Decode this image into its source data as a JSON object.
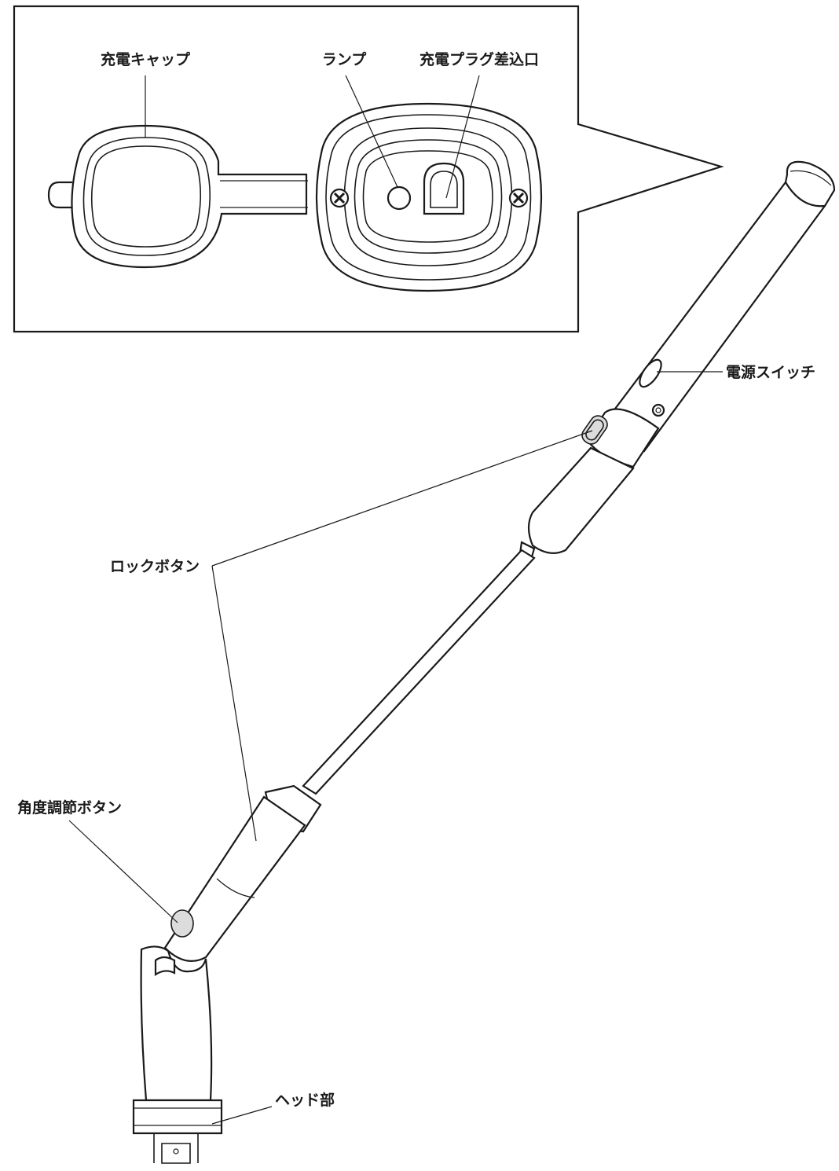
{
  "labels": {
    "charge_cap": "充電キャップ",
    "lamp": "ランプ",
    "charge_plug_port": "充電プラグ差込口",
    "power_switch": "電源スイッチ",
    "lock_button": "ロックボタン",
    "angle_adjust_button": "角度調節ボタン",
    "head": "ヘッド部"
  }
}
